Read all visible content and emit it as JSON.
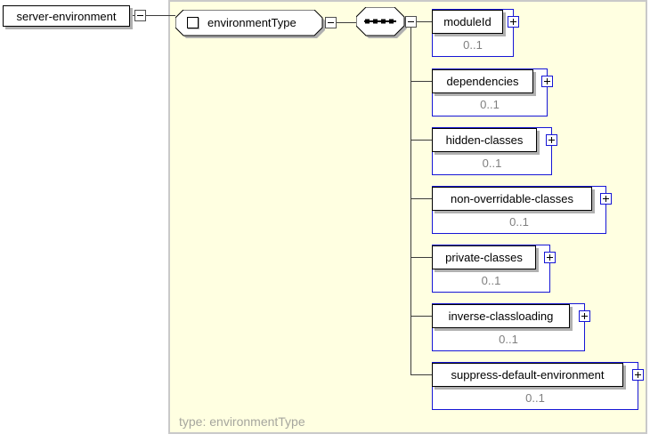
{
  "diagram": {
    "root_element": {
      "label": "server-environment"
    },
    "type": {
      "label": "environmentType",
      "caption": "type: environmentType"
    },
    "compositor": {
      "kind": "sequence"
    },
    "children": [
      {
        "label": "moduleId",
        "cardinality": "0..1"
      },
      {
        "label": "dependencies",
        "cardinality": "0..1"
      },
      {
        "label": "hidden-classes",
        "cardinality": "0..1"
      },
      {
        "label": "non-overridable-classes",
        "cardinality": "0..1"
      },
      {
        "label": "private-classes",
        "cardinality": "0..1"
      },
      {
        "label": "inverse-classloading",
        "cardinality": "0..1"
      },
      {
        "label": "suppress-default-environment",
        "cardinality": "0..1"
      }
    ]
  },
  "icons": {
    "collapse": "minus-toggle",
    "expand": "plus-toggle",
    "complex_type": "small-square",
    "sequence": "dotted-squares-line"
  },
  "colors": {
    "panel_background": "#ffffe1",
    "panel_border": "#c9c9c9",
    "occurrence_border": "#1616d6",
    "shadow": "#b0b0b0",
    "cardinality_text": "#7f7f7f",
    "caption_text": "#a6a69e",
    "line": "#3c3c3c"
  }
}
